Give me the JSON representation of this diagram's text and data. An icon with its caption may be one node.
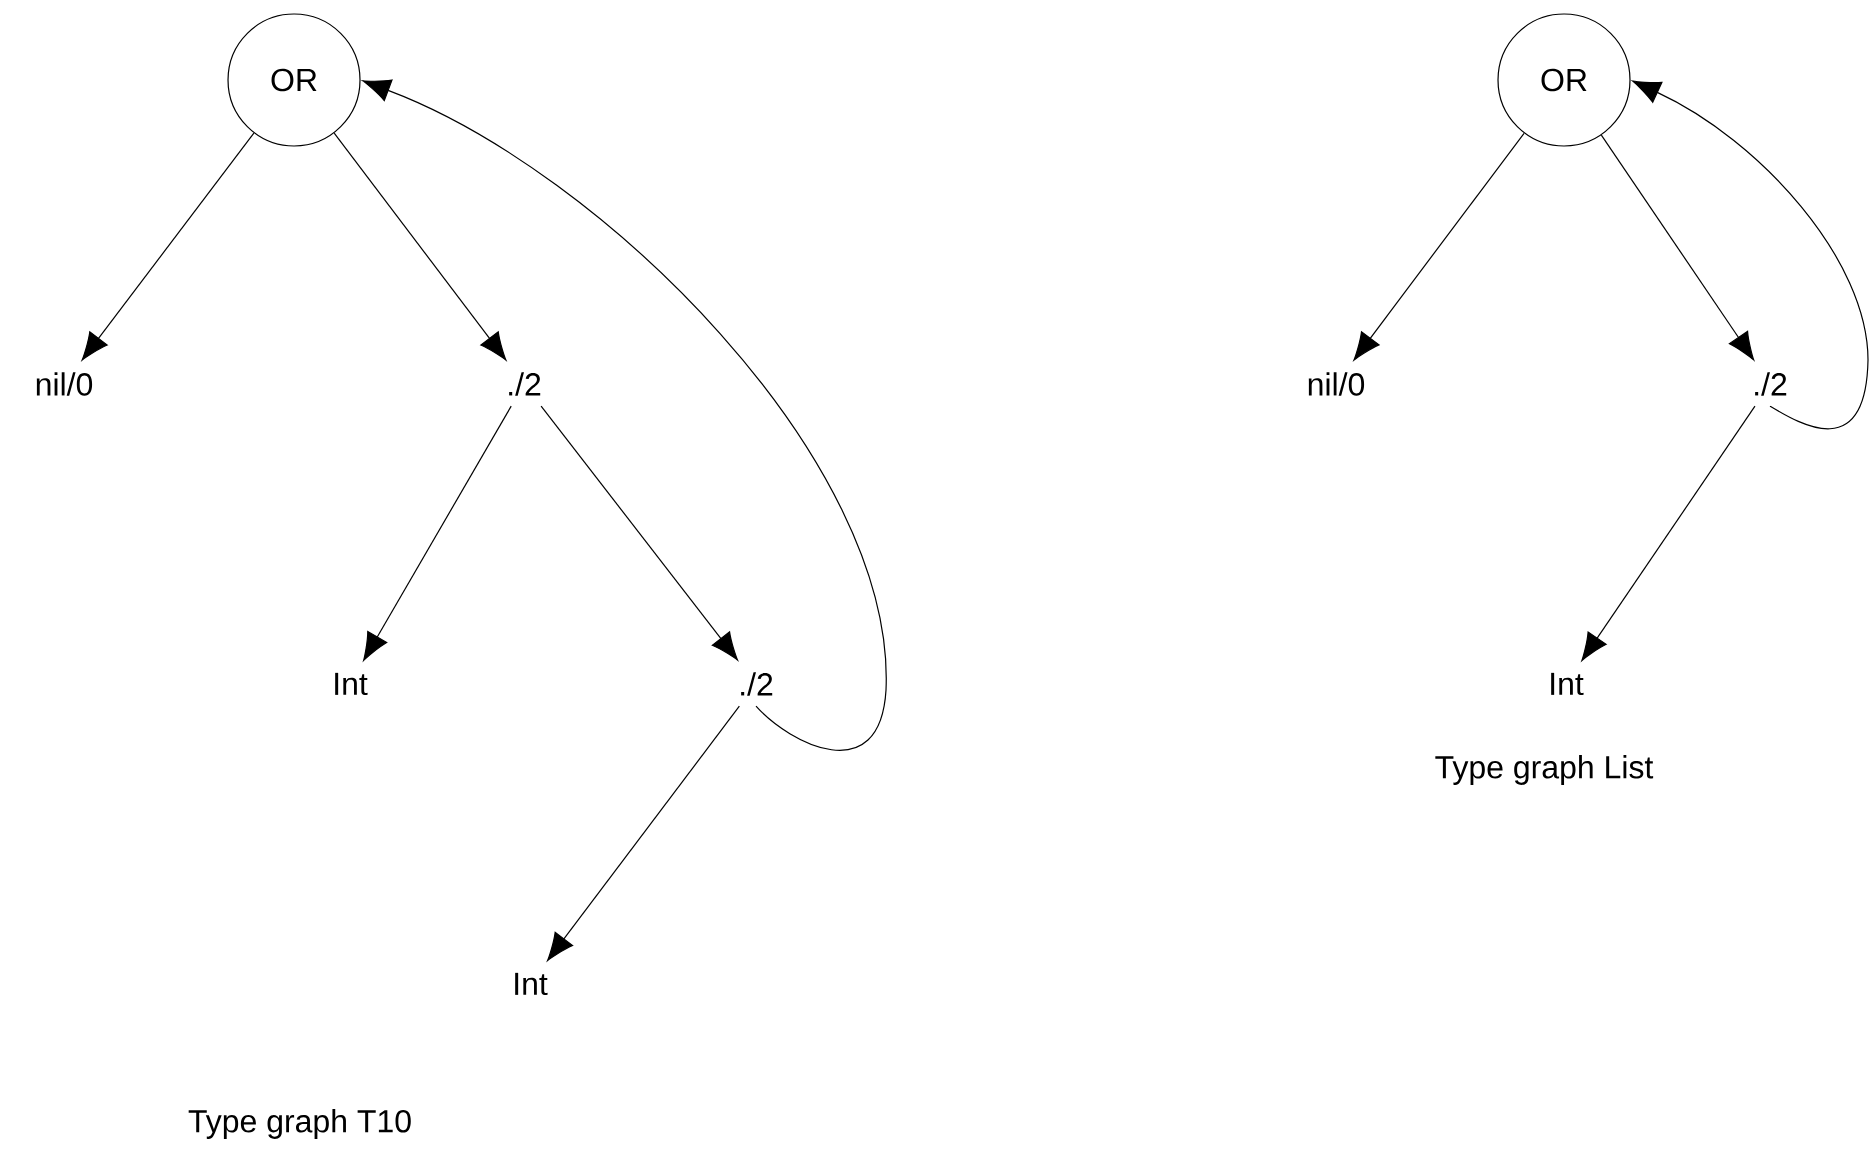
{
  "diagram": {
    "nodes": [
      {
        "text": [
          "OR"
        ]
      },
      {
        "text": [
          "nil/0"
        ]
      },
      {
        "text": [
          "./2"
        ]
      },
      {
        "text": [
          "Int"
        ]
      },
      {
        "text": [
          "./2"
        ]
      },
      {
        "text": [
          "Int"
        ]
      },
      {
        "text": [
          "OR"
        ]
      },
      {
        "text": [
          "nil/0"
        ]
      },
      {
        "text": [
          "./2"
        ]
      },
      {
        "text": [
          "Int"
        ]
      }
    ],
    "edges": [
      {
        "from": 0,
        "to": 1,
        "arrow": "to"
      },
      {
        "from": 0,
        "to": 2,
        "arrow": "to"
      },
      {
        "from": 2,
        "to": 3,
        "arrow": "to"
      },
      {
        "from": 2,
        "to": 4,
        "arrow": "to"
      },
      {
        "from": 4,
        "to": 5,
        "arrow": "to"
      },
      {
        "from": 4,
        "to": 0,
        "arrow": "to"
      },
      {
        "from": 6,
        "to": 7,
        "arrow": "to"
      },
      {
        "from": 6,
        "to": 8,
        "arrow": "to"
      },
      {
        "from": 8,
        "to": 9,
        "arrow": "to"
      },
      {
        "from": 8,
        "to": 6,
        "arrow": "to"
      }
    ],
    "labels": [
      "Type graph T10",
      "Type graph List"
    ]
  }
}
